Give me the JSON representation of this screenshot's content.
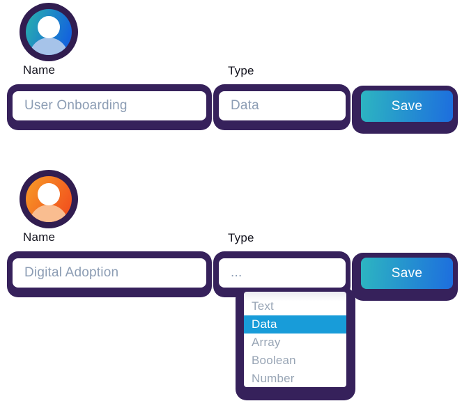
{
  "colors": {
    "panel_purple": "#36215b",
    "avatar_ring_purple": "#311d50",
    "label_text": "#15151f",
    "input_text": "#8c9db4",
    "option_text": "#98a5b5",
    "option_selected_bg": "#189cd9",
    "option_selected_text": "#ffffff",
    "save_gradient_start": "#2db5c1",
    "save_gradient_end": "#1d6ede",
    "avatar_blue_start": "#29b2ad",
    "avatar_blue_end": "#1464dc",
    "avatar_blue_shoulders": "#a6c3e9",
    "avatar_orange_start": "#f79c28",
    "avatar_orange_end": "#f2541e",
    "avatar_orange_shoulders": "#f9bd90"
  },
  "rows": [
    {
      "avatar": "blue-user-avatar",
      "name_label": "Name",
      "name_value": "User Onboarding",
      "type_label": "Type",
      "type_value": "Data",
      "save_label": "Save"
    },
    {
      "avatar": "orange-user-avatar",
      "name_label": "Name",
      "name_value": "Digital Adoption",
      "type_label": "Type",
      "type_value": "...",
      "save_label": "Save"
    }
  ],
  "dropdown": {
    "selected_index": 1,
    "selected_value": "Data",
    "options": [
      {
        "label": "Text"
      },
      {
        "label": "Data"
      },
      {
        "label": "Array"
      },
      {
        "label": "Boolean"
      },
      {
        "label": "Number"
      }
    ]
  }
}
